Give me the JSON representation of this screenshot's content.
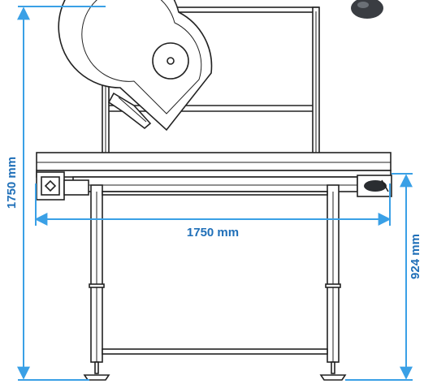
{
  "dimensions": {
    "height_total": "1750 mm",
    "width_total": "1750 mm",
    "height_conveyor": "924 mm"
  },
  "colors": {
    "dimension_line": "#3aa0e6",
    "dimension_text": "#1f6fb8",
    "drawing_line": "#222222"
  }
}
